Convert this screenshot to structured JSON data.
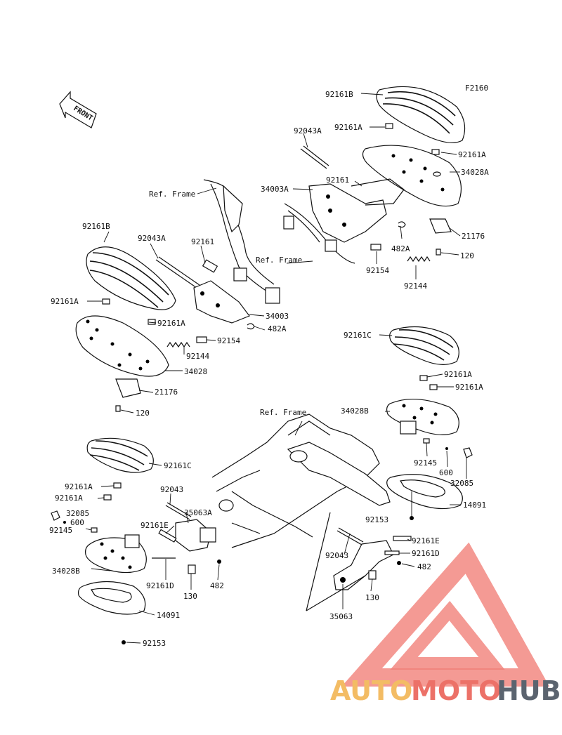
{
  "figure_code": "F2160",
  "front_label": "FRONT",
  "ref_frame_label": "Ref. Frame",
  "watermark": {
    "part1": "AUTO",
    "part2": "MOTO",
    "part3": "HUB",
    "colors": {
      "auto": "#f2b14a",
      "moto": "#e9594e",
      "hub": "#3f4a57",
      "triangle": "#ef6a61"
    }
  },
  "labels": {
    "l92161B_tr": "92161B",
    "l92161A_t1": "92161A",
    "l92161A_t2": "92161A",
    "l34028A": "34028A",
    "l92043A_r": "92043A",
    "l34003A": "34003A",
    "l92161_r": "92161",
    "l21176_r": "21176",
    "l482A_r": "482A",
    "l120_r": "120",
    "l92154_r": "92154",
    "l92144_r": "92144",
    "l92161B_l": "92161B",
    "l92043A_l": "92043A",
    "l92161_l": "92161",
    "l92161A_l1": "92161A",
    "l92161A_l2": "92161A",
    "l34003": "34003",
    "l482A_l": "482A",
    "l92154_l": "92154",
    "l92144_l": "92144",
    "l34028": "34028",
    "l21176_l": "21176",
    "l120_l": "120",
    "l92161C_r": "92161C",
    "l92161A_c1": "92161A",
    "l92161A_c2": "92161A",
    "l34028B_r": "34028B",
    "l92145_r": "92145",
    "l600_r": "600",
    "l32085_r": "32085",
    "l14091_r": "14091",
    "l92153_r": "92153",
    "l92161C_l": "92161C",
    "l92161A_b1": "92161A",
    "l92161A_b2": "92161A",
    "l32085_l": "32085",
    "l600_l": "600",
    "l92145_l": "92145",
    "l34028B_l": "34028B",
    "l14091_l": "14091",
    "l92153_l": "92153",
    "l92043_l": "92043",
    "l35063A": "35063A",
    "l92161E_l": "92161E",
    "l92161D_l": "92161D",
    "l130_l": "130",
    "l482_l": "482",
    "l92043_r": "92043",
    "l92161E_r": "92161E",
    "l92161D_r": "92161D",
    "l482_r": "482",
    "l130_r": "130",
    "l35063": "35063"
  }
}
